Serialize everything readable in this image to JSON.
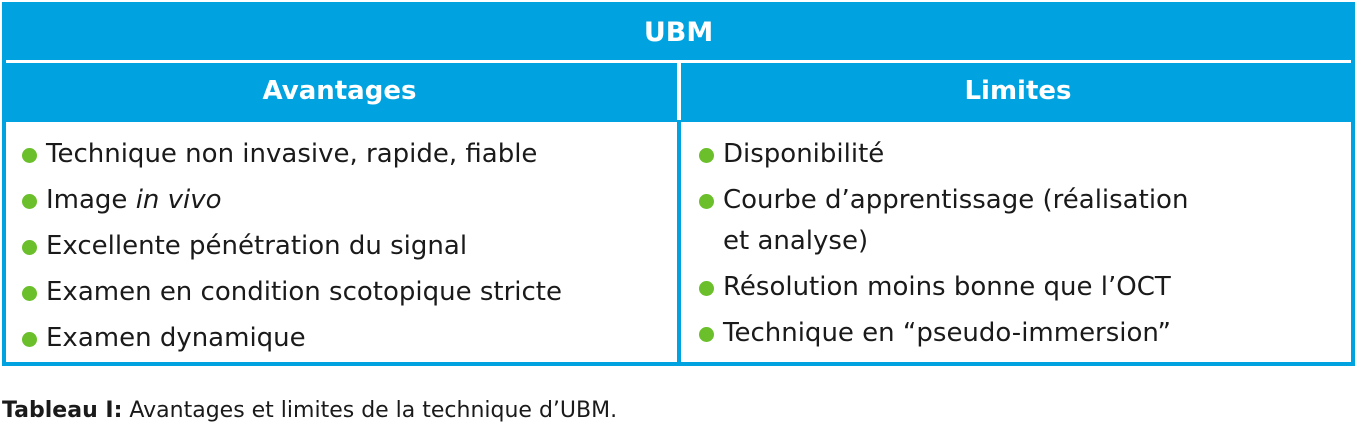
{
  "table": {
    "title": "UBM",
    "headers": {
      "left": "Avantages",
      "right": "Limites"
    },
    "advantages": [
      {
        "pre": "Technique non invasive, rapide, fiable",
        "em": "",
        "post": ""
      },
      {
        "pre": "Image ",
        "em": "in vivo",
        "post": ""
      },
      {
        "pre": "Excellente pénétration du signal",
        "em": "",
        "post": ""
      },
      {
        "pre": "Examen en condition scotopique stricte",
        "em": "",
        "post": ""
      },
      {
        "pre": "Examen dynamique",
        "em": "",
        "post": ""
      }
    ],
    "limits": [
      {
        "line1": "Disponibilité",
        "line2": ""
      },
      {
        "line1": "Courbe d’apprentissage (réalisation",
        "line2": "et analyse)"
      },
      {
        "line1": "Résolution moins bonne que l’OCT",
        "line2": ""
      },
      {
        "line1": "Technique en “pseudo-immersion”",
        "line2": ""
      }
    ]
  },
  "caption": {
    "label": "Tableau I:",
    "text": " Avantages et limites de la technique d’UBM."
  },
  "colors": {
    "header_blue": "#00a3e0",
    "bullet_green": "#6abf2a"
  }
}
